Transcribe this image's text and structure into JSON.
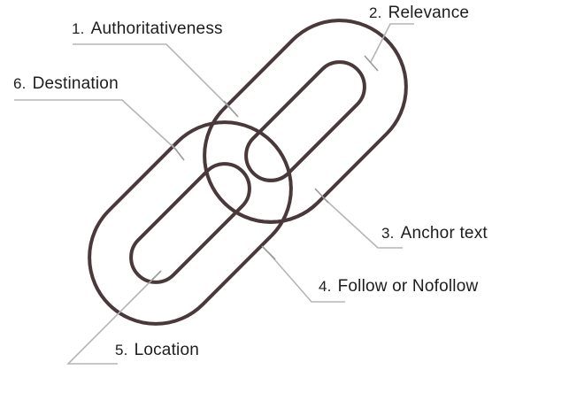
{
  "diagram": {
    "title": "Link attributes chain diagram",
    "labels": [
      {
        "num": "1.",
        "name": "Authoritativeness",
        "segment_color": "#e8414c"
      },
      {
        "num": "2.",
        "name": "Relevance",
        "segment_color": "#ee7435"
      },
      {
        "num": "3.",
        "name": "Anchor text",
        "segment_color": "#f0ac28"
      },
      {
        "num": "4.",
        "name": "Follow or Nofollow",
        "segment_color": "#57a5e2"
      },
      {
        "num": "5.",
        "name": "Location",
        "segment_color": "#a77fd3"
      },
      {
        "num": "6.",
        "name": "Destination",
        "segment_color": "#4cd4c2"
      }
    ],
    "links": {
      "upper_link_segments": [
        "red",
        "orange",
        "gold"
      ],
      "lower_link_segments": [
        "teal",
        "blue",
        "purple"
      ]
    },
    "colors": {
      "outline": "#4a393b",
      "leader_line": "#b5b5b5",
      "text": "#1d1d1d",
      "orange": "#ee7435",
      "red": "#e8414c",
      "salmon": "#f28c84",
      "gold": "#f0ac28",
      "cream_gloss": "#fad98f",
      "teal": "#4cd4c2",
      "teal_gloss": "#d9f9f1",
      "blue": "#57a5e2",
      "purple": "#a77fd3",
      "lavender_gloss": "#ecd8f6",
      "background": "#ffffff"
    }
  }
}
